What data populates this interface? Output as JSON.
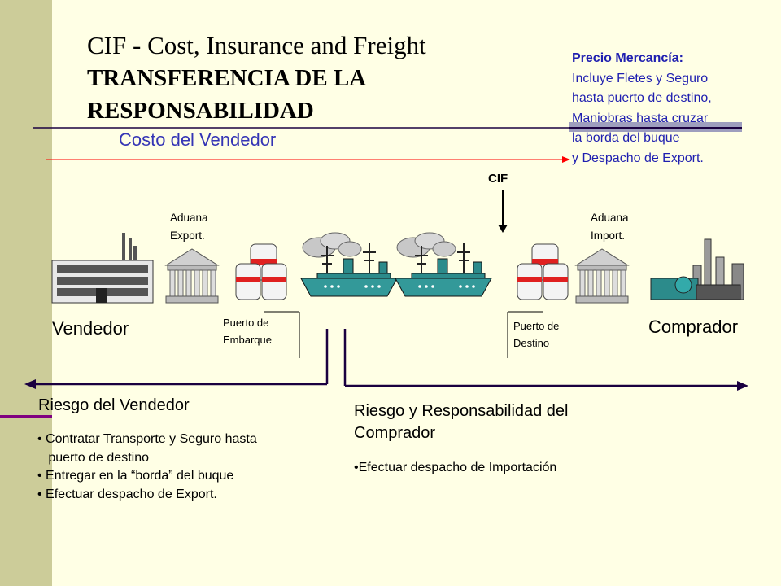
{
  "title": {
    "line1": "CIF - Cost, Insurance and Freight",
    "line2": "TRANSFERENCIA DE LA",
    "line3": "RESPONSABILIDAD"
  },
  "precio": {
    "heading": "Precio Mercancía:",
    "lines": [
      "Incluye Fletes y Seguro",
      "hasta puerto de destino,",
      "Maniobras hasta cruzar",
      "la borda del buque",
      "y Despacho de Export."
    ]
  },
  "costo_vendedor": "Costo del Vendedor",
  "cif_label": "CIF",
  "aduana_export": [
    "Aduana",
    "Export."
  ],
  "aduana_import": [
    "Aduana",
    "Import."
  ],
  "puerto_embarque": [
    "Puerto de",
    "Embarque"
  ],
  "puerto_destino": [
    "Puerto de",
    "Destino"
  ],
  "vendedor": "Vendedor",
  "comprador": "Comprador",
  "riesgo_vendedor": {
    "title": "Riesgo del Vendedor",
    "items": [
      "• Contratar Transporte y Seguro hasta",
      "   puerto de destino",
      "• Entregar en la “borda” del buque",
      "• Efectuar despacho de Export."
    ]
  },
  "riesgo_comprador": {
    "title_line1": "Riesgo y Responsabilidad del",
    "title_line2": "Comprador",
    "items": [
      "•Efectuar despacho de Importación"
    ]
  },
  "colors": {
    "sidebar": "#CCCC99",
    "background": "#FFFFE5",
    "accent_purple": "#800080",
    "cost_arrow": "#FF0000",
    "ship_hull": "#339999",
    "precio_text": "#1F1FB0"
  },
  "icons": [
    "factory-icon",
    "customs-building-icon",
    "cargo-barrels-icon",
    "ship-icon",
    "ship-icon",
    "cargo-barrels-icon",
    "customs-building-icon",
    "industrial-plant-icon"
  ]
}
